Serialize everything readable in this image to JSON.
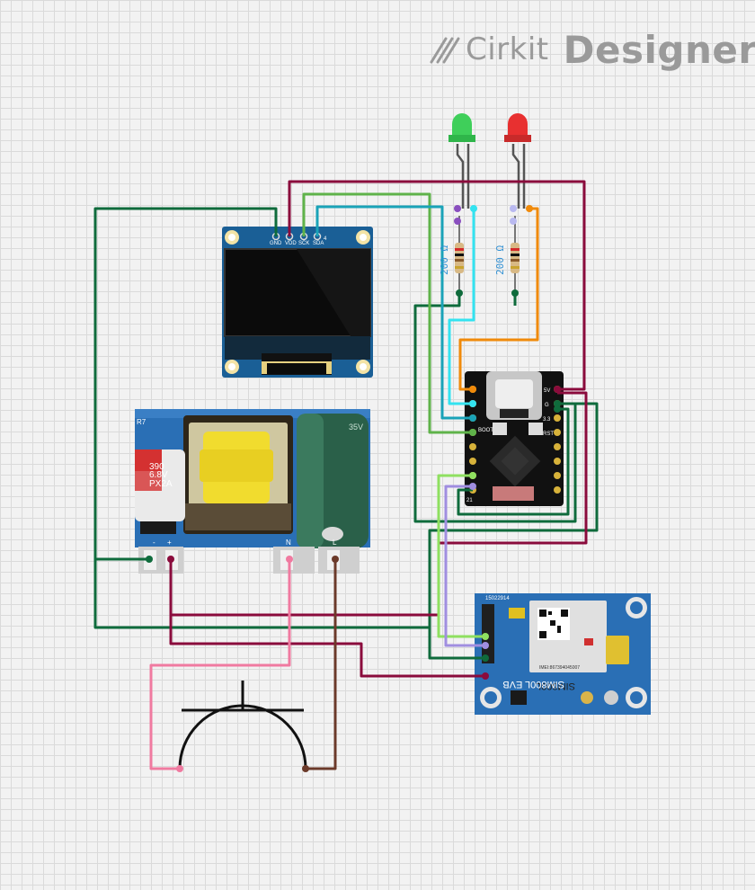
{
  "brand": {
    "cirkit": "Cirkit",
    "designer": "Designer",
    "logo_icon": "cirkit-logo-icon"
  },
  "resistors": [
    {
      "label": "200 Ω"
    },
    {
      "label": "200 Ω"
    }
  ],
  "oled": {
    "pins": [
      "GND",
      "VDD",
      "SCK",
      "SDA"
    ],
    "pin_number": "4"
  },
  "mcu": {
    "left_labels": [
      "BOOT",
      "21"
    ],
    "right_labels": [
      "5V",
      "G",
      "3.3",
      "RST"
    ]
  },
  "power_module": {
    "cap_text": [
      "390",
      "6.8V",
      "PX2A"
    ],
    "cap2_text": "35V",
    "pin_labels": [
      "-",
      "+",
      "N",
      "L"
    ],
    "edge_text": "R7"
  },
  "gsm": {
    "chip": "SIM800L",
    "board": "SIM800L EVB",
    "top_code": "15022914",
    "serial": "IMEI:867394045007"
  },
  "colors": {
    "wire_darkgreen": "#0f6b3c",
    "wire_maroon": "#8a0b3c",
    "wire_green": "#5fb34a",
    "wire_cyan": "#1aa3b8",
    "wire_lightcyan": "#33e3f0",
    "wire_orange": "#f08a0a",
    "wire_lightgreen": "#8fe060",
    "wire_lavender": "#a08ee0",
    "wire_pink": "#f07aa0",
    "wire_brown": "#6b3a2a",
    "resistor_label": "#2f8fd3",
    "led_green": "#3fcf5a",
    "led_red": "#e83030"
  }
}
